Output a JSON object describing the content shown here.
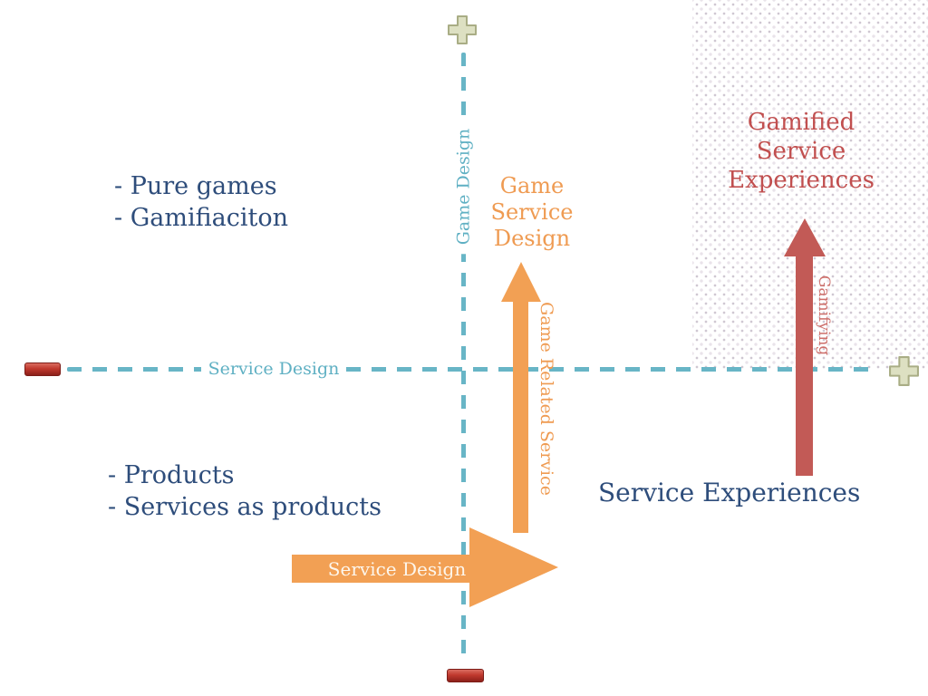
{
  "title": "Game Design vs Service Design quadrant diagram",
  "colors": {
    "teal_axis": "#68b5c6",
    "dark_blue_text": "#2e4d7b",
    "orange": "#f2a054",
    "red_arrow": "#c25a56",
    "red_heading": "#c14f4f",
    "plus_fill": "#dde0c2",
    "plus_stroke": "#a9ad85",
    "minus_fill": "#c0392e"
  },
  "axes": {
    "horizontal": {
      "label": "Service Design"
    },
    "vertical": {
      "label": "Game Design"
    }
  },
  "quadrants": {
    "top_left": {
      "lines": [
        "- Pure games",
        "- Gamifiaciton"
      ]
    },
    "bottom_left": {
      "lines": [
        "- Products",
        "- Services as products"
      ]
    },
    "top_center": {
      "lines": [
        "Game",
        "Service",
        "Design"
      ]
    },
    "top_right": {
      "lines": [
        "Gamified",
        "Service",
        "Experiences"
      ]
    },
    "bottom_right": {
      "label": "Service Experiences"
    }
  },
  "arrows": {
    "game_related_service": {
      "label": "Game Related Service",
      "direction": "up",
      "color": "#f2a054"
    },
    "service_design": {
      "label": "Service Design",
      "direction": "right",
      "color": "#f2a054"
    },
    "gamifying": {
      "label": "Gamifying",
      "direction": "up",
      "color": "#c25a56"
    }
  }
}
